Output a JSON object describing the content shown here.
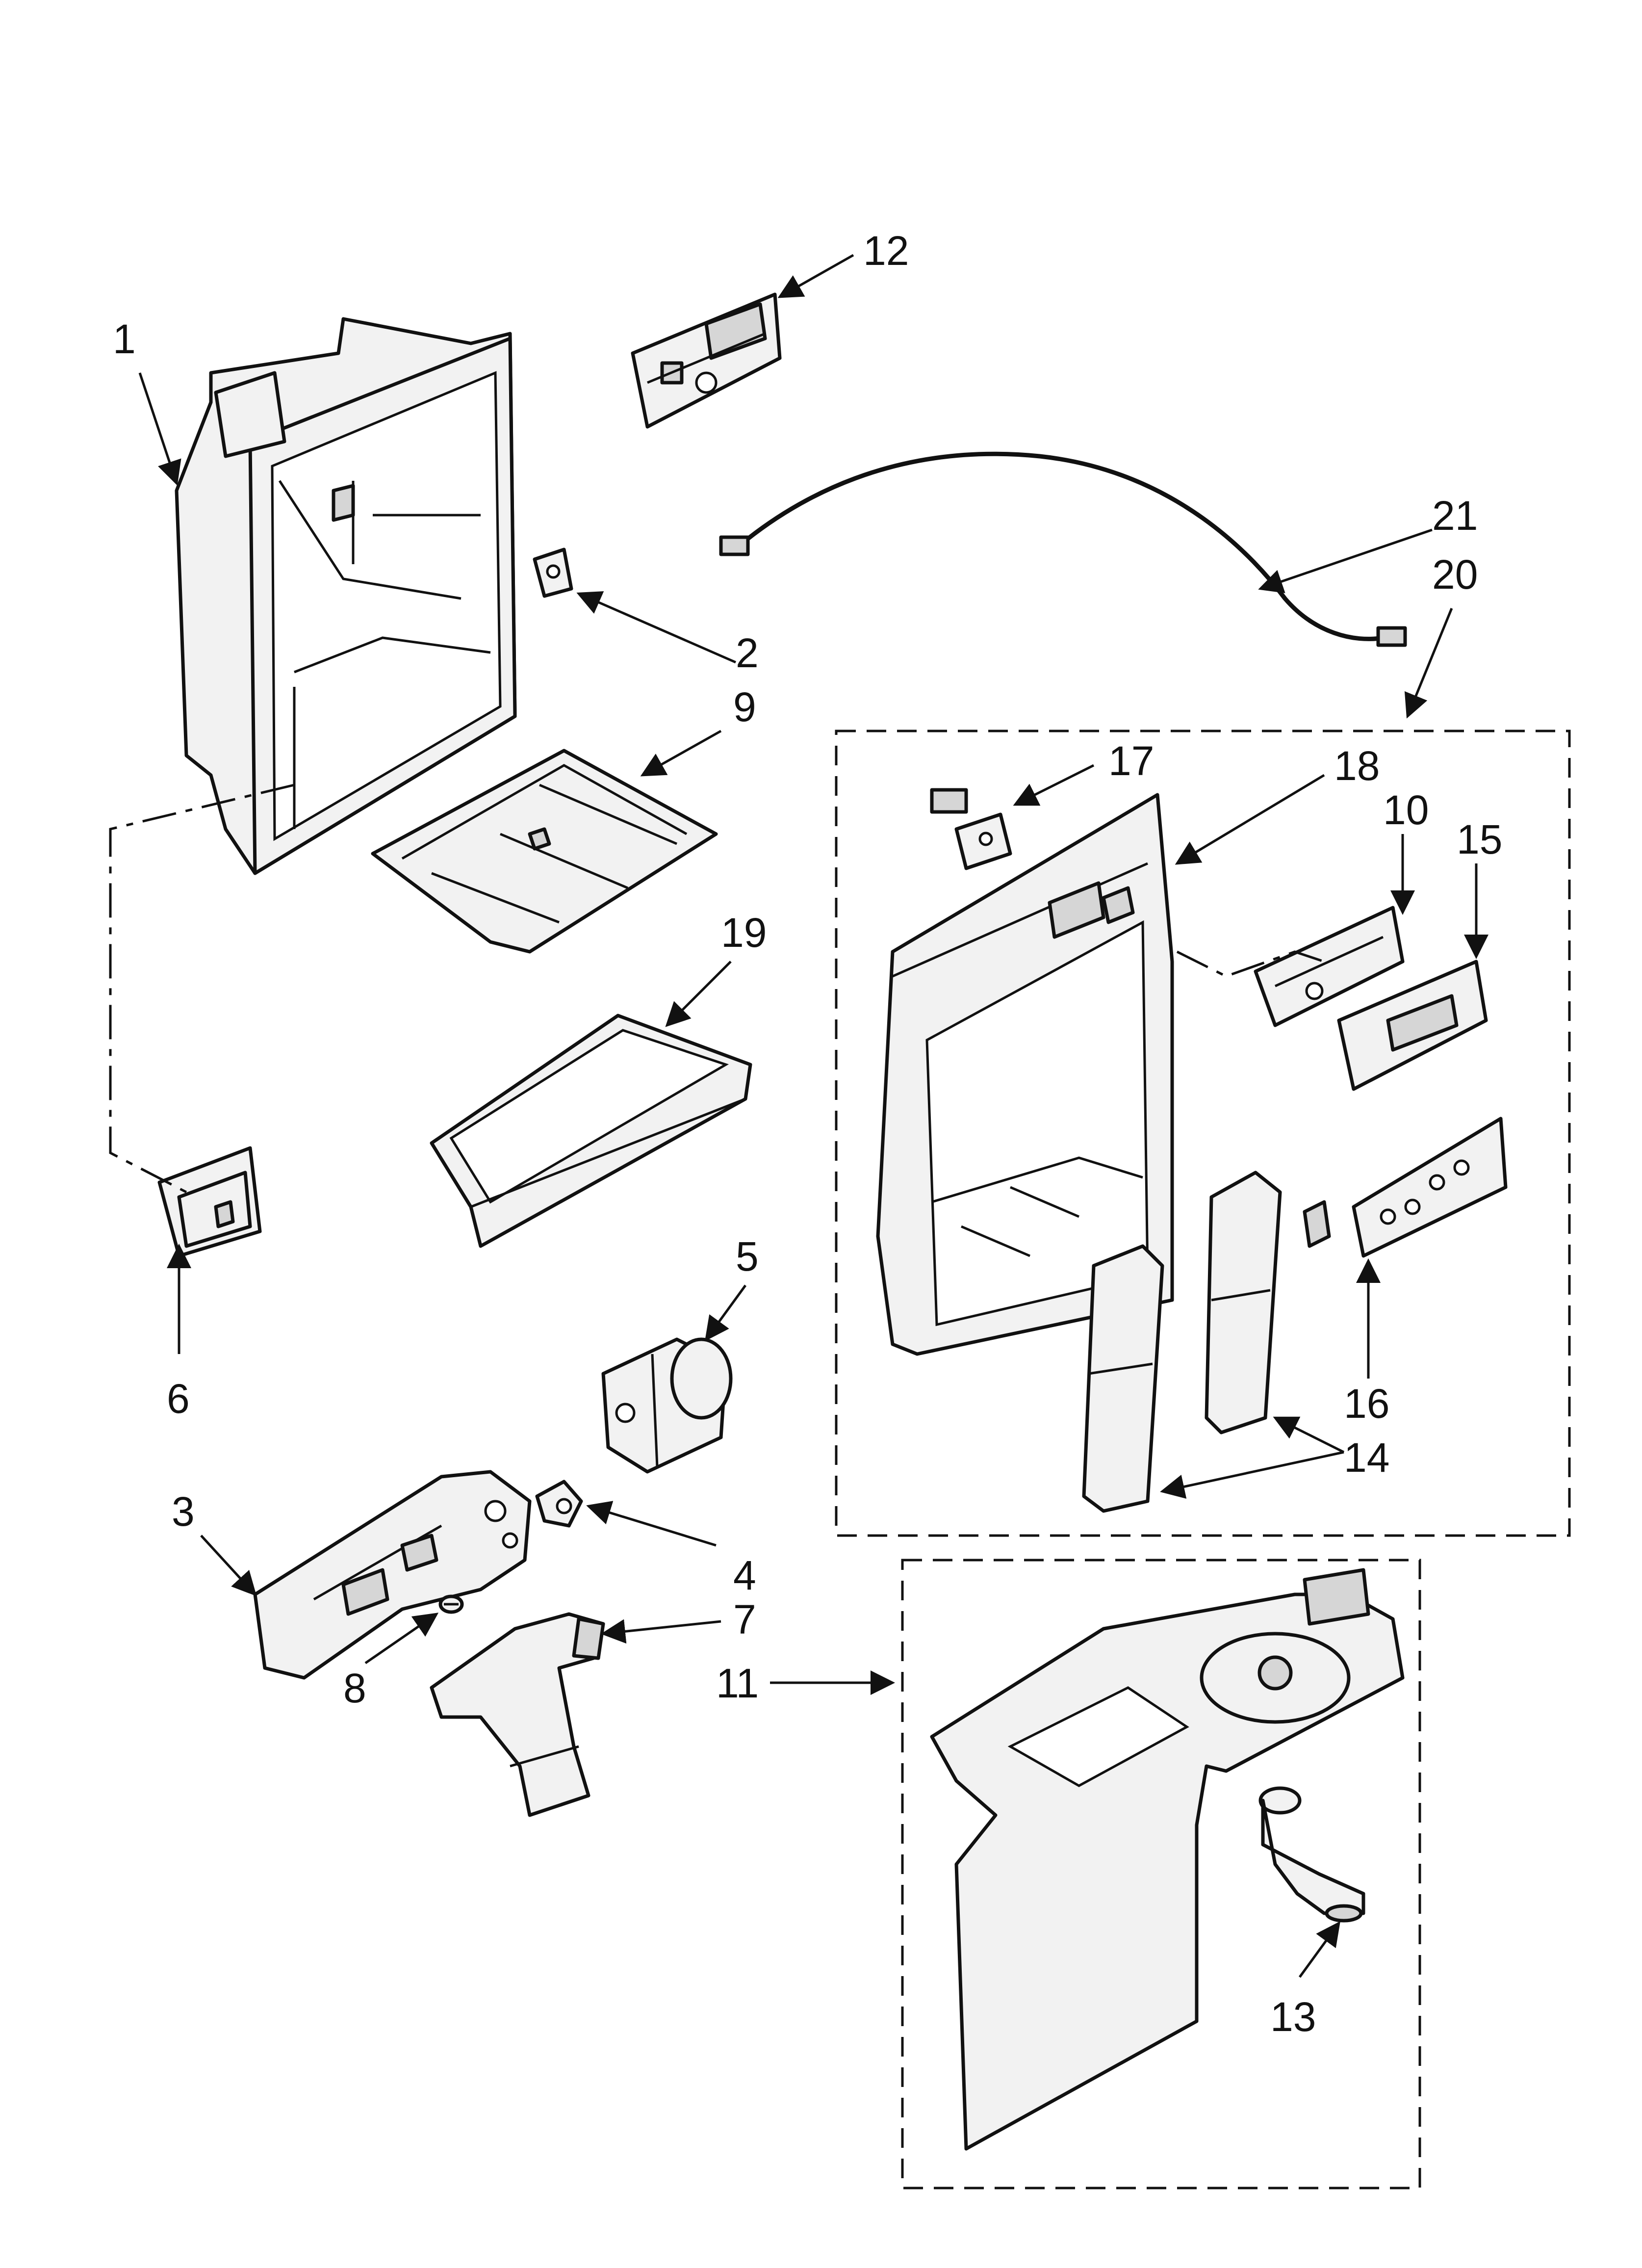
{
  "diagram": {
    "type": "exploded parts diagram",
    "callouts": [
      "1",
      "2",
      "3",
      "4",
      "5",
      "6",
      "7",
      "8",
      "9",
      "10",
      "11",
      "12",
      "13",
      "14",
      "15",
      "16",
      "17",
      "18",
      "19",
      "20",
      "21"
    ],
    "groups": [
      {
        "callout": "20",
        "contains": [
          "10",
          "14",
          "15",
          "16",
          "17",
          "18"
        ]
      },
      {
        "callout": "11",
        "contains": [
          "13"
        ]
      }
    ]
  }
}
